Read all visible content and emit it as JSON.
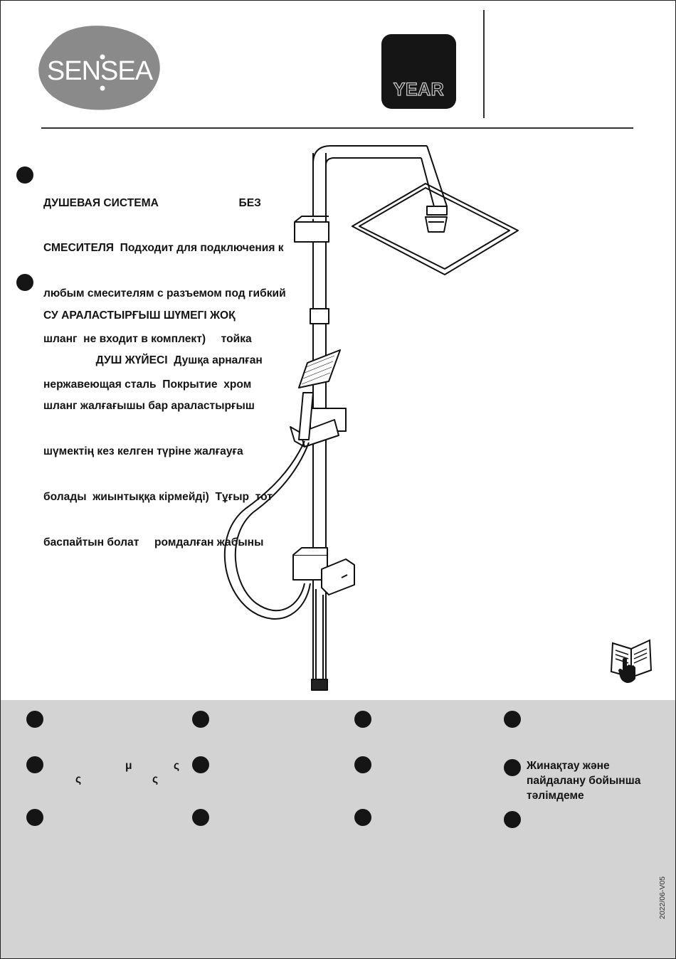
{
  "brand": {
    "logo_text": "SENSEA"
  },
  "badge": {
    "text": "YEAR"
  },
  "ru_section": {
    "lines": [
      "ДУШЕВАЯ СИСТЕМА                          БЕЗ",
      "СМЕСИТЕЛЯ  Подходит для подключения к",
      "любым смесителям с разъемом под гибкий",
      "шланг  не входит в комплект)     тойка",
      "нержавеющая сталь  Покрытие  хром"
    ]
  },
  "kz_section": {
    "lines": [
      "СУ АРАЛАСТЫРҒЫШ ШҮМЕГІ ЖОҚ",
      "                 ДУШ ЖҮЙЕСІ  Душқа арналған",
      "шланг жалғағышы бар араластырғыш",
      "шүмектің кез келген түріне жалғауға",
      "болады  жиынтыққа кірмейді)  Тұғыр  тот",
      "баспайтын болат     ромдалған жабыны"
    ]
  },
  "languages": {
    "row2_col1_glyphs": [
      "μ",
      "ς",
      "ς",
      "ς"
    ],
    "kz_guide": [
      "Жинақтау және",
      "пайдалану бойынша",
      "тәлімдеме"
    ]
  },
  "footer": {
    "version": "2022/06-V05"
  },
  "icons": [
    "sensea-logo",
    "year-badge",
    "shower-system-illustration",
    "manual-reading-icon"
  ],
  "colors": {
    "band": "#d3d3d3",
    "ink": "#151515"
  }
}
